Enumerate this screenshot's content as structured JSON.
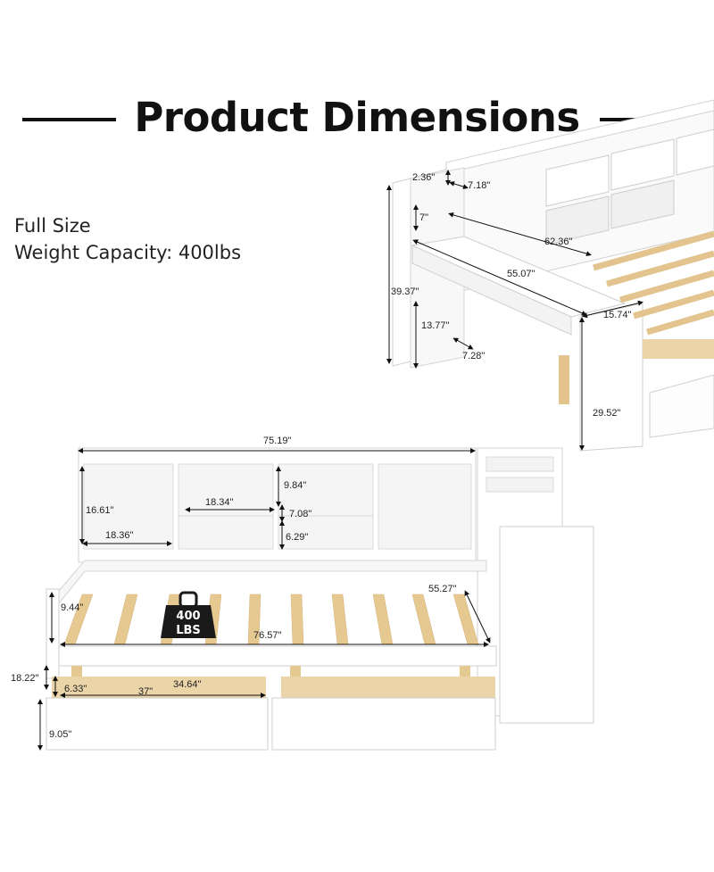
{
  "header": {
    "title": "Product Dimensions"
  },
  "info": {
    "size": "Full Size",
    "weight": "Weight Capacity: 400lbs"
  },
  "badge": {
    "line1": "400",
    "line2": "LBS"
  },
  "dimensions_side": {
    "top_thickness": "2.36\"",
    "top_depth": "7.18\"",
    "shelf_height": "7\"",
    "headboard_length": "62.36\"",
    "desk_length": "55.07\"",
    "total_height": "39.37\"",
    "desk_width": "15.74\"",
    "side_shelf_height": "13.77\"",
    "side_shelf_depth": "7.28\"",
    "desk_height": "29.52\""
  },
  "dimensions_front": {
    "total_length": "75.19\"",
    "cubby_height": "16.61\"",
    "cubby_gap": "9.84\"",
    "cubby_width": "18.34\"",
    "divider": "7.08\"",
    "lower_cubby_width": "18.36\"",
    "lower_cubby_height": "6.29\"",
    "desk_side_length": "55.27\"",
    "rail_height": "9.44\"",
    "inner_length": "76.57\"",
    "leg_height": "18.22\"",
    "drawer_depth": "6.33\"",
    "drawer_inner": "34.64\"",
    "drawer_width": "37\"",
    "drawer_height": "9.05\""
  },
  "colors": {
    "frame": "#ffffff",
    "outline": "#cfcfcf",
    "wood": "#e8cf9f",
    "dimension_line": "#111111"
  }
}
